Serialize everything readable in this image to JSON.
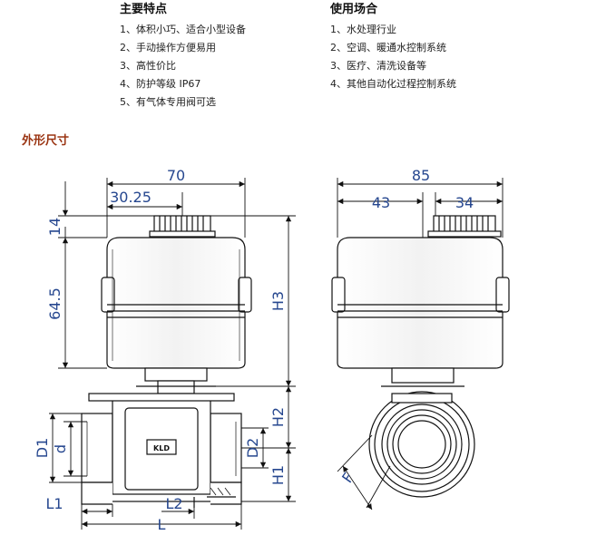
{
  "features": {
    "heading": "主要特点",
    "items": [
      "1、体积小巧、适合小型设备",
      "2、手动操作方便易用",
      "3、高性价比",
      "4、防护等级 IP67",
      "5、有气体专用阀可选"
    ]
  },
  "applications": {
    "heading": "使用场合",
    "items": [
      "1、水处理行业",
      "2、空调、暖通水控制系统",
      "3、医疗、清洗设备等",
      "4、其他自动化过程控制系统"
    ]
  },
  "section_title": "外形尺寸",
  "front_view": {
    "dims": {
      "total_width": "70",
      "offset_width": "30.25",
      "knob_height": "14",
      "body_height": "64.5",
      "h3": "H3",
      "h2": "H2",
      "h1": "H1",
      "d1": "D1",
      "d": "d",
      "d2": "D2",
      "l1": "L1",
      "l2": "L2",
      "l": "L"
    },
    "nameplate": "KLD"
  },
  "side_view": {
    "dims": {
      "total_width": "85",
      "left_width": "43",
      "right_width": "34",
      "f": "F"
    }
  },
  "colors": {
    "dimension_text": "#26478f",
    "section_title": "#9a3412"
  }
}
